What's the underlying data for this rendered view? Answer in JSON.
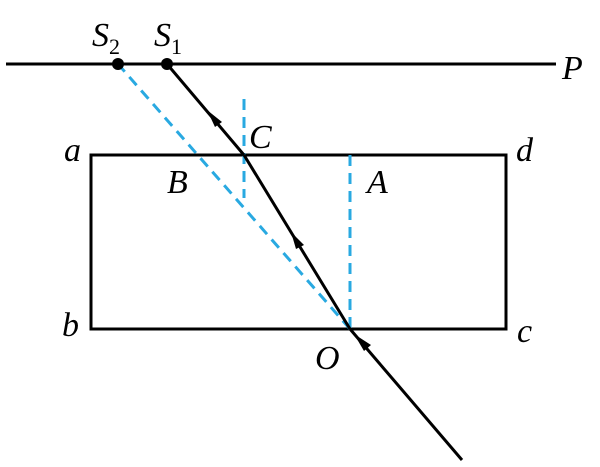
{
  "diagram": {
    "labels": {
      "S2": {
        "main": "S",
        "sub": "2"
      },
      "S1": {
        "main": "S",
        "sub": "1"
      },
      "P": "P",
      "a": "a",
      "b": "b",
      "c": "c",
      "d": "d",
      "A": "A",
      "B": "B",
      "C": "C",
      "O": "O"
    },
    "colors": {
      "line": "#000000",
      "dashed": "#29a9e1"
    }
  }
}
